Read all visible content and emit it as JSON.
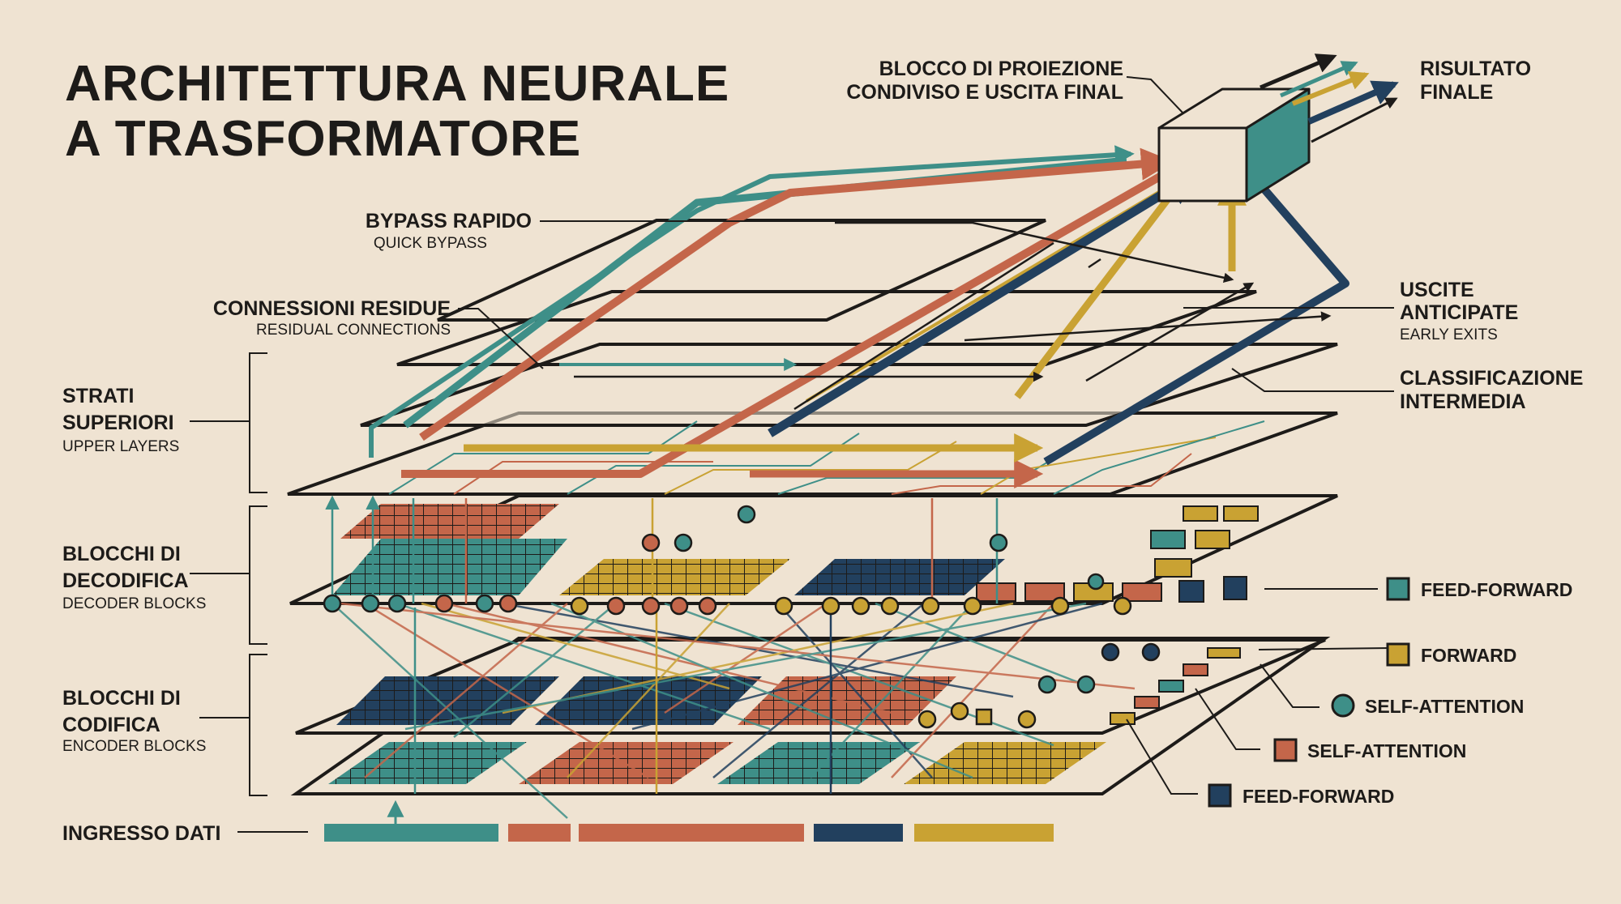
{
  "title": {
    "line1": "ARCHITETTURA NEURALE",
    "line2": "A TRASFORMATORE"
  },
  "labels": {
    "projection_block": {
      "line1": "BLOCCO DI PROIEZIONE",
      "line2": "CONDIVISO E USCITA FINAL"
    },
    "final_result": {
      "line1": "RISULTATO",
      "line2": "FINALE"
    },
    "quick_bypass": {
      "main": "BYPASS RAPIDO",
      "sub": "QUICK BYPASS"
    },
    "residual_connections": {
      "main": "CONNESSIONI RESIDUE",
      "sub": "RESIDUAL CONNECTIONS"
    },
    "early_exits": {
      "line1": "USCITE",
      "line2": "ANTICIPATE",
      "sub": "EARLY EXITS"
    },
    "intermediate_classification": {
      "line1": "CLASSIFICAZIONE",
      "line2": "INTERMEDIA"
    },
    "upper_layers": {
      "line1": "STRATI",
      "line2": "SUPERIORI",
      "sub": "UPPER LAYERS"
    },
    "decoder_blocks": {
      "line1": "BLOCCHI DI",
      "line2": "DECODIFICA",
      "sub": "DECODER BLOCKS"
    },
    "encoder_blocks": {
      "line1": "BLOCCHI DI",
      "line2": "CODIFICA",
      "sub": "ENCODER BLOCKS"
    },
    "input_data": {
      "main": "INGRESSO DATI"
    }
  },
  "legend": [
    {
      "label": "FEED-FORWARD",
      "shape": "square",
      "color": "#3e8f88"
    },
    {
      "label": "FORWARD",
      "shape": "square",
      "color": "#c9a233"
    },
    {
      "label": "SELF-ATTENTION",
      "shape": "circle",
      "color": "#3e8f88"
    },
    {
      "label": "SELF-ATTENTION",
      "shape": "square",
      "color": "#c4664a"
    },
    {
      "label": "FEED-FORWARD",
      "shape": "square",
      "color": "#22405e"
    }
  ],
  "colors": {
    "background": "#efe3d2",
    "teal": "#3e8f88",
    "orange": "#c4664a",
    "gold": "#c9a233",
    "navy": "#22405e",
    "ink": "#1d1b19"
  }
}
